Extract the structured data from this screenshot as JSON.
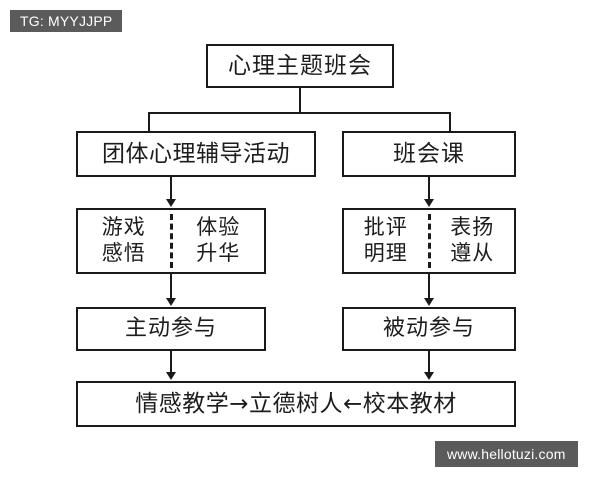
{
  "overlays": {
    "tg_badge": "TG: MYYJJPP",
    "site_badge": "www.hellotuzi.com",
    "badge_bg": "#5b5b5b",
    "badge_fg": "#ffffff"
  },
  "diagram": {
    "type": "flowchart",
    "background": "#ffffff",
    "line_color": "#1a1a1a",
    "nodes": {
      "title": "心理主题班会",
      "group_activity": "团体心理辅导活动",
      "class_meeting": "班会课",
      "group_split": {
        "left_line1": "游戏",
        "left_line2": "感悟",
        "right_line1": "体验",
        "right_line2": "升华"
      },
      "class_split": {
        "left_line1": "批评",
        "left_line2": "明理",
        "right_line1": "表扬",
        "right_line2": "遵从"
      },
      "active": "主动参与",
      "passive": "被动参与",
      "bottom": "情感教学→立德树人←校本教材"
    }
  }
}
